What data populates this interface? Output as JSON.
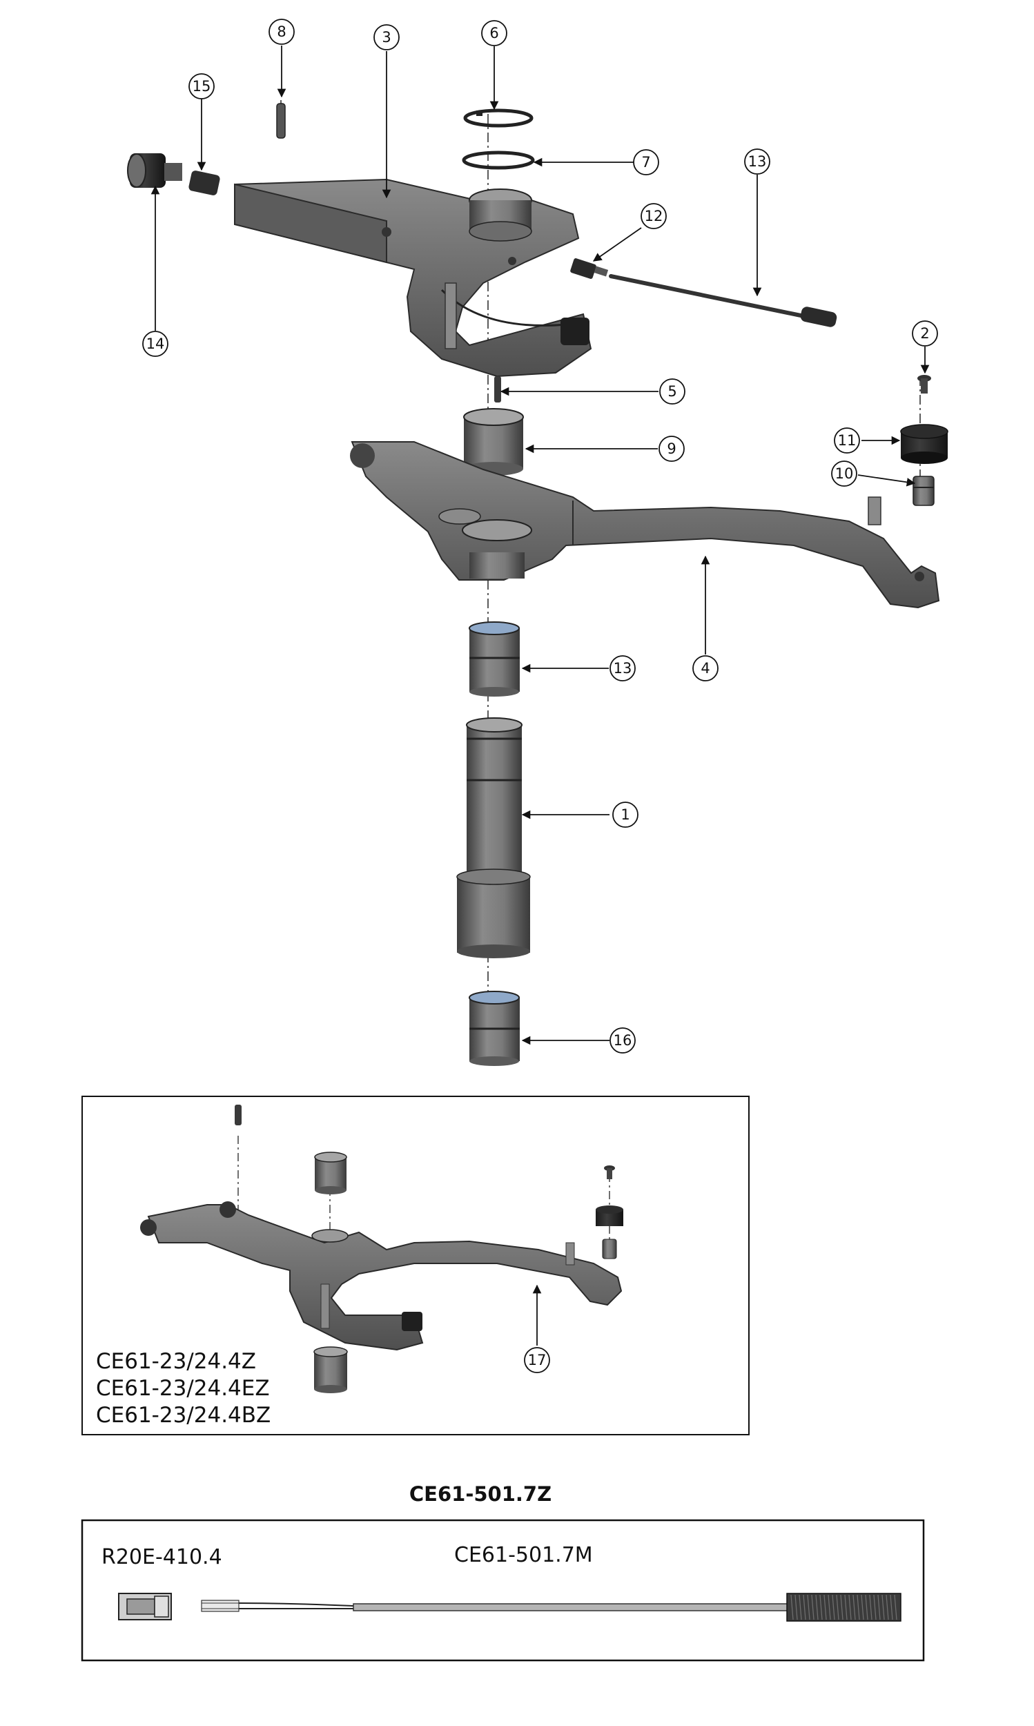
{
  "callouts": [
    "1",
    "2",
    "3",
    "4",
    "5",
    "6",
    "7",
    "8",
    "9",
    "10",
    "11",
    "12",
    "13",
    "13",
    "14",
    "15",
    "16",
    "17"
  ],
  "inset_variants": [
    "CE61-23/24.4Z",
    "CE61-23/24.4EZ",
    "CE61-23/24.4BZ"
  ],
  "cable_kit": {
    "title": "CE61-501.7Z",
    "connector_part": "R20E-410.4",
    "cable_part": "CE61-501.7M"
  },
  "colors": {
    "part_dark": "#4a4a4a",
    "part_mid": "#6e6e6e",
    "part_light": "#9a9a9a",
    "bore_blue": "#8fa9c9",
    "line": "#111111"
  }
}
